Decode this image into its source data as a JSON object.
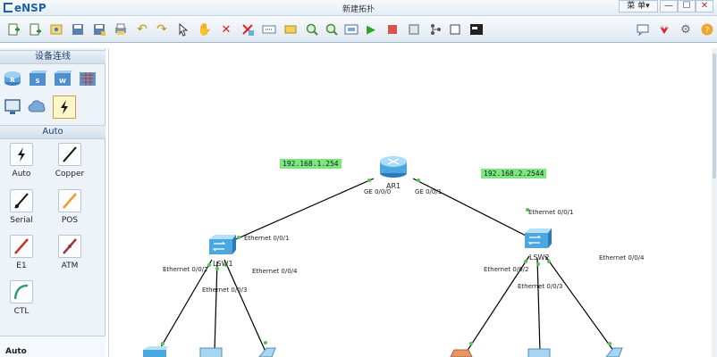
{
  "app": {
    "logo": "eNSP",
    "title": "新建拓扑",
    "menu": "菜 单▾"
  },
  "window_controls": [
    "—",
    "☐",
    "✕"
  ],
  "toolbar": {
    "left_icons": [
      "new-topology-icon",
      "new-from-template-icon",
      "open-icon",
      "save-icon",
      "save-as-icon",
      "print-icon",
      "undo-icon",
      "redo-icon",
      "select-icon",
      "hand-icon",
      "delete-icon",
      "delete-connection-icon",
      "text-icon",
      "rectangle-icon",
      "zoom-in-icon",
      "zoom-out-icon",
      "fit-icon",
      "start-icon",
      "stop-icon",
      "capture-icon",
      "topology-icon",
      "square-icon",
      "console-icon"
    ],
    "right_icons": [
      "chat-icon",
      "huawei-icon",
      "settings-icon",
      "help-icon"
    ]
  },
  "left_panel": {
    "section_devices": "设备连线",
    "section_auto": "Auto",
    "cables": [
      {
        "label": "Auto",
        "icon": "auto-cable-icon",
        "color": "#000000"
      },
      {
        "label": "Copper",
        "icon": "copper-cable-icon",
        "color": "#000000"
      },
      {
        "label": "Serial",
        "icon": "serial-cable-icon",
        "color": "#000000"
      },
      {
        "label": "POS",
        "icon": "pos-cable-icon",
        "color": "#f29a2e"
      },
      {
        "label": "E1",
        "icon": "e1-cable-icon",
        "color": "#c0392b"
      },
      {
        "label": "ATM",
        "icon": "atm-cable-icon",
        "color": "#a03a3a"
      },
      {
        "label": "CTL",
        "icon": "ctl-cable-icon",
        "color": "#2f9b6e"
      }
    ],
    "bottom_label": "Auto"
  },
  "topology": {
    "ip_labels": [
      "192.168.1.254",
      "192.168.2.2544"
    ],
    "nodes": {
      "router": "AR1",
      "switch1": "LSW1",
      "switch2": "LSW2"
    },
    "ports": {
      "ar1_left": "GE 0/0/0",
      "ar1_right": "GE 0/0/1",
      "lsw1_up": "Ethernet 0/0/1",
      "lsw1_p2": "Ethernet 0/0/2",
      "lsw1_p3": "Ethernet 0/0/3",
      "lsw1_p4": "Ethernet 0/0/4",
      "lsw2_up": "Ethernet 0/0/1",
      "lsw2_p2": "Ethernet 0/0/2",
      "lsw2_p3": "Ethernet 0/0/3",
      "lsw2_p4": "Ethernet 0/0/4"
    },
    "colors": {
      "link": "#000000",
      "port_dot": "#4fc84f",
      "ip_bg": "#7ce87c",
      "device_blue": "#4aa7e0"
    }
  }
}
